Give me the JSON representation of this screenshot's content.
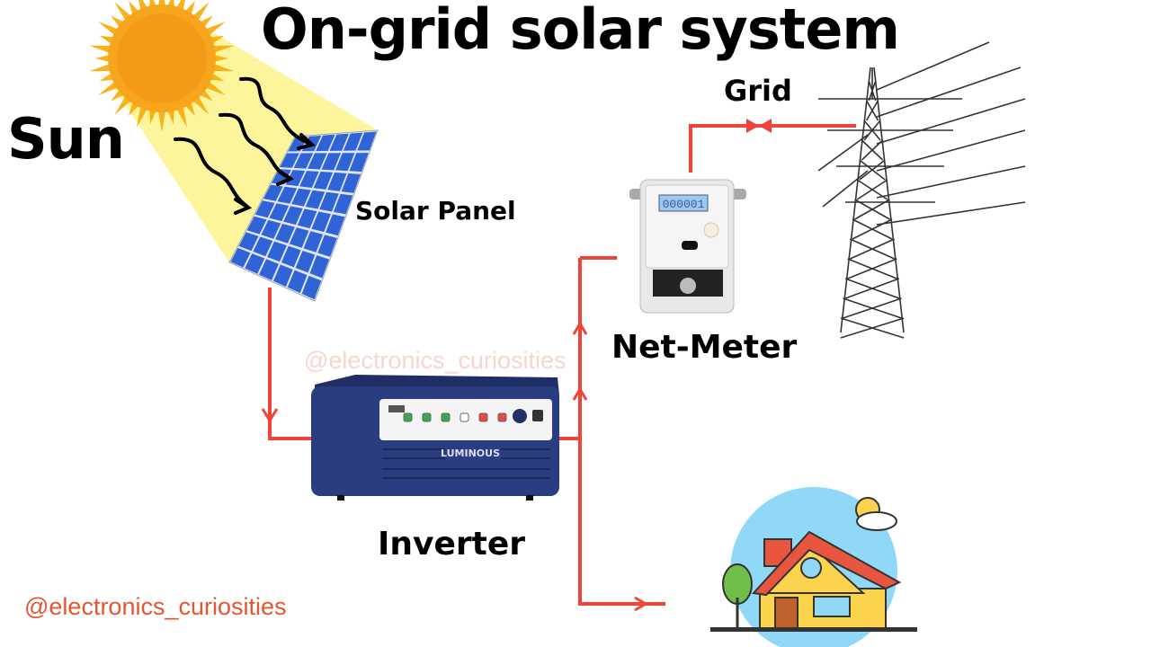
{
  "title": "On-grid solar system",
  "labels": {
    "sun": "Sun",
    "solar_panel": "Solar Panel",
    "grid": "Grid",
    "net_meter": "Net-Meter",
    "inverter": "Inverter"
  },
  "watermarks": [
    "@electronics_curiosities",
    "@electronics_curiosities"
  ],
  "inverter_brand": "LUMINOUS",
  "meter_display": "000001",
  "colors": {
    "wire": "#f0433a",
    "panel": "#2f63d6",
    "inverter": "#243a7a",
    "sky": "#8fd9f6",
    "watermark": "#e5552f"
  }
}
